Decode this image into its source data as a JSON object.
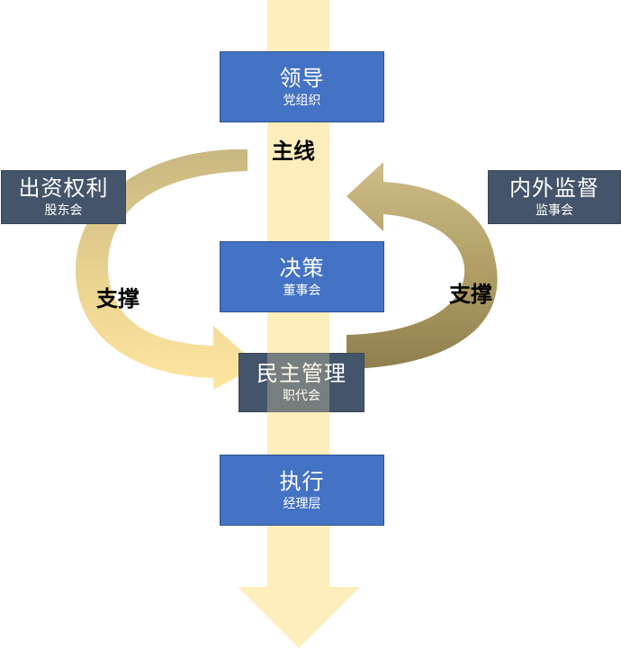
{
  "main_line": "主线",
  "support_left": "支撑",
  "support_right": "支撑",
  "boxes": {
    "leadership": {
      "title": "领导",
      "sub": "党组织"
    },
    "decision": {
      "title": "决策",
      "sub": "董事会"
    },
    "democratic": {
      "title": "民主管理",
      "sub": "职代会"
    },
    "execution": {
      "title": "执行",
      "sub": "经理层"
    },
    "investment": {
      "title": "出资权利",
      "sub": "股东会"
    },
    "supervision": {
      "title": "内外监督",
      "sub": "监事会"
    }
  },
  "colors": {
    "box_blue": "#4472c4",
    "box_slate": "#44546a",
    "main_arrow": "#fdeebc",
    "left_arrow_light": "#fce090",
    "left_arrow_dark": "#c5b37a",
    "right_arrow_light": "#c8b482",
    "right_arrow_dark": "#8f7f4f"
  }
}
